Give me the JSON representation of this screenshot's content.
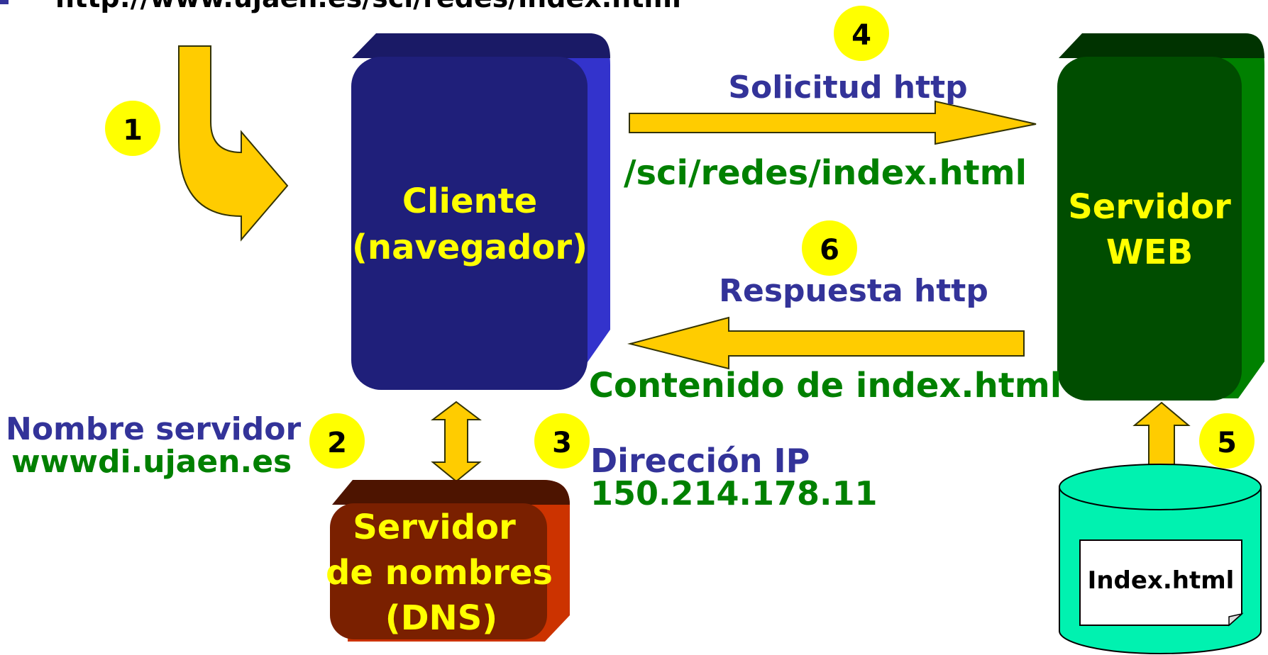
{
  "url_line": "http://www.ujaen.es/sci/redes/index.html",
  "colors": {
    "yellow_text": "#FFFF00",
    "arrow_fill": "#FFCC00",
    "badge_fill": "#FFFF00",
    "blue_text": "#333399",
    "green_text": "#008000",
    "client_front": "#1F1F7A",
    "client_side": "#3333CC",
    "web_front": "#004D00",
    "web_side": "#008000",
    "dns_front": "#7A2000",
    "dns_side": "#CC3300",
    "db_fill": "#00F2B0"
  },
  "nodes": {
    "client": {
      "line1": "Cliente",
      "line2": "(navegador)"
    },
    "web_server": {
      "line1": "Servidor",
      "line2": "WEB"
    },
    "dns_server": {
      "line1": "Servidor",
      "line2": "de nombres",
      "line3": "(DNS)"
    },
    "database": {
      "doc_label": "Index.html"
    }
  },
  "steps": [
    "1",
    "2",
    "3",
    "4",
    "5",
    "6"
  ],
  "labels": {
    "request": "Solicitud http",
    "request_path": "/sci/redes/index.html",
    "response": "Respuesta http",
    "response_content": "Contenido de index.html",
    "server_name_title": "Nombre servidor",
    "server_name_value": "wwwdi.ujaen.es",
    "ip_title": "Dirección IP",
    "ip_value": "150.214.178.11"
  }
}
